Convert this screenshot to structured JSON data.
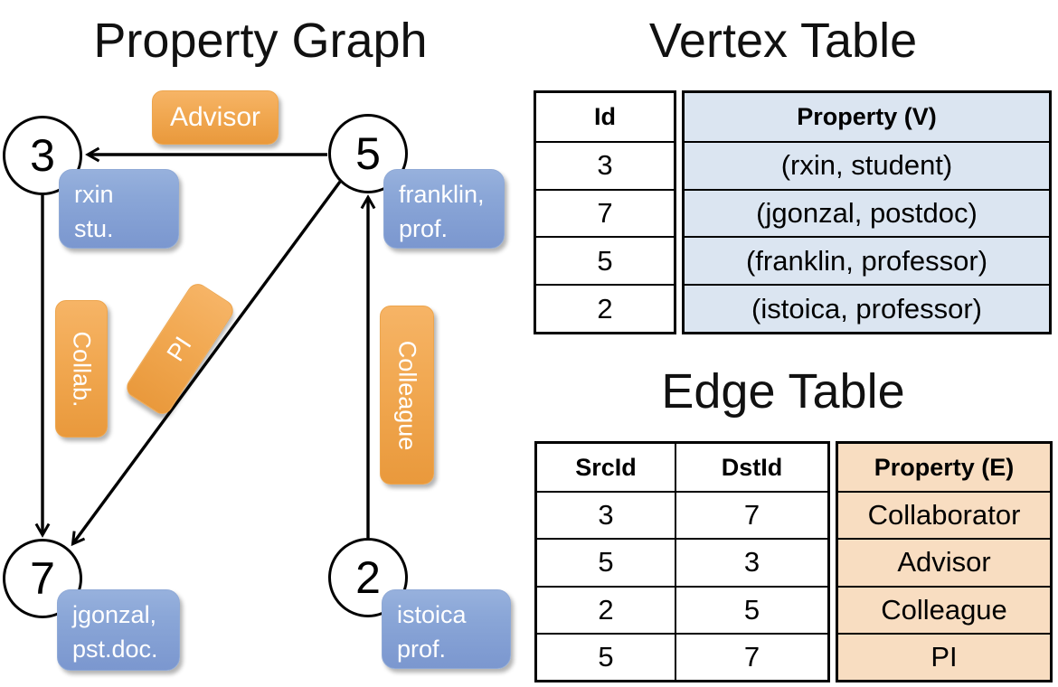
{
  "graph": {
    "title": "Property Graph",
    "nodes": [
      {
        "id": "3",
        "label": "rxin\nstu."
      },
      {
        "id": "5",
        "label": "franklin,\nprof."
      },
      {
        "id": "7",
        "label": "jgonzal,\npst.doc."
      },
      {
        "id": "2",
        "label": "istoica\nprof."
      }
    ],
    "edge_labels": {
      "advisor": "Advisor",
      "collab": "Collab.",
      "pi": "PI",
      "colleague": "Colleague"
    }
  },
  "vertex_table": {
    "title": "Vertex Table",
    "col_id": "Id",
    "col_prop": "Property (V)",
    "rows": [
      {
        "id": "3",
        "prop": "(rxin, student)"
      },
      {
        "id": "7",
        "prop": "(jgonzal, postdoc)"
      },
      {
        "id": "5",
        "prop": "(franklin, professor)"
      },
      {
        "id": "2",
        "prop": "(istoica, professor)"
      }
    ]
  },
  "edge_table": {
    "title": "Edge Table",
    "col_src": "SrcId",
    "col_dst": "DstId",
    "col_prop": "Property (E)",
    "rows": [
      {
        "src": "3",
        "dst": "7",
        "prop": "Collaborator"
      },
      {
        "src": "5",
        "dst": "3",
        "prop": "Advisor"
      },
      {
        "src": "2",
        "dst": "5",
        "prop": "Colleague"
      },
      {
        "src": "5",
        "dst": "7",
        "prop": "PI"
      }
    ]
  },
  "colors": {
    "table_blue_fill": "#dbe5f1",
    "table_orange_fill": "#f8ddc1",
    "box_blue": "#84a0d3",
    "box_orange": "#f0a74f",
    "line_black": "#000000"
  }
}
